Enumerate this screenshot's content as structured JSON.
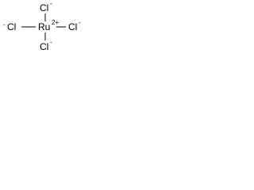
{
  "structure": {
    "center": {
      "element": "Ru",
      "charge": "2+"
    },
    "ligands": [
      {
        "position": "top",
        "element": "Cl",
        "charge": "-"
      },
      {
        "position": "left",
        "element": "Cl",
        "charge": "-"
      },
      {
        "position": "right",
        "element": "Cl",
        "charge": "-"
      },
      {
        "position": "bottom",
        "element": "Cl",
        "charge": "-"
      }
    ]
  },
  "colors": {
    "text": "#000000",
    "bond": "#000000",
    "background": "#ffffff"
  }
}
